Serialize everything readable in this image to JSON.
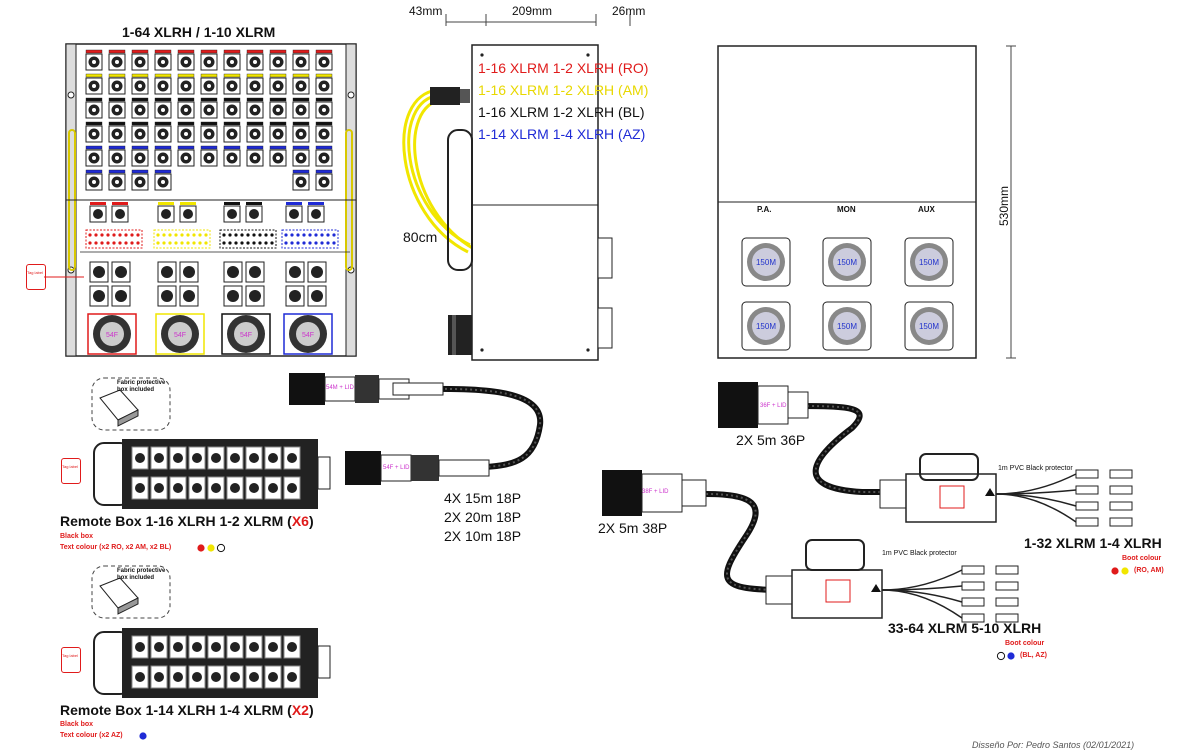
{
  "colors": {
    "red": "#e01b1b",
    "yellow": "#f1e600",
    "black": "#111111",
    "blue": "#1f2bd6",
    "magenta": "#cc33cc"
  },
  "rack_title": "1-64 XLRH / 1-10 XLRM",
  "dims": {
    "left": "43mm",
    "middle": "209mm",
    "right": "26mm",
    "height": "530mm"
  },
  "cable_80": "80cm",
  "box_lines": [
    {
      "text": "1-16 XLRM 1-2 XLRH (RO)",
      "color": "#e01b1b"
    },
    {
      "text": "1-16 XLRM 1-2 XLRH (AM)",
      "color": "#f1e600"
    },
    {
      "text": "1-16 XLRM 1-2 XLRH (BL)",
      "color": "#111111"
    },
    {
      "text": "1-14 XLRM 1-4 XLRH (AZ)",
      "color": "#1f2bd6"
    }
  ],
  "panel_labels": {
    "pa": "P.A.",
    "mon": "MON",
    "aux": "AUX",
    "conn": "150M"
  },
  "rack_conn": "54F",
  "tag": "Tag label",
  "fabric_box": "Fabric protective box included",
  "remote1": {
    "title": "Remote Box 1-16 XLRH 1-2 XLRM (",
    "count": "X6",
    "close": ")",
    "sub1": "Black box",
    "sub2": "Text colour (x2 RO, x2 AM, x2 BL)"
  },
  "remote2": {
    "title": "Remote Box 1-14 XLRH 1-4 XLRM (",
    "count": "X2",
    "close": ")",
    "sub1": "Black box",
    "sub2": "Text colour (x2 AZ)"
  },
  "cable_main": {
    "connA": "54M + LID",
    "connB": "54F + LID",
    "lines": [
      "4X 15m 18P",
      "2X 20m 18P",
      "2X 10m 18P"
    ]
  },
  "cable_36": {
    "conn": "36F + LID",
    "label": "2X 5m 36P"
  },
  "cable_38": {
    "conn": "38F + LID",
    "label": "2X 5m 38P"
  },
  "split1": {
    "protector": "1m PVC Black protector",
    "title": "1-32 XLRM 1-4 XLRH",
    "boot": "Boot colour",
    "boot_vals": "(RO, AM)"
  },
  "split2": {
    "protector": "1m PVC Black protector",
    "title": "33-64 XLRM 5-10 XLRH",
    "boot": "Boot colour",
    "boot_vals": "(BL, AZ)"
  },
  "footer": "Disseño Por: Pedro Santos (02/01/2021)"
}
